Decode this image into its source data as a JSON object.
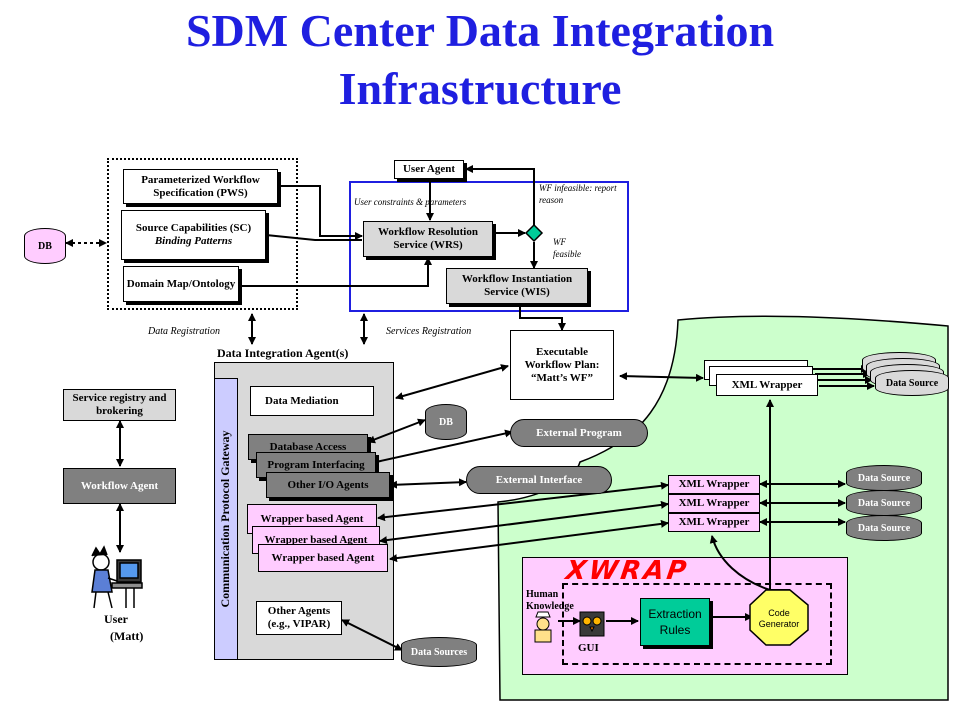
{
  "title_line1": "SDM Center Data Integration",
  "title_line2": "Infrastructure",
  "registration": {
    "pws": "Parameterized Workflow Specification (PWS)",
    "sc_line1": "Source Capabilities (SC)",
    "sc_line2": "Binding Patterns",
    "domain": "Domain Map/Ontology",
    "db": "DB",
    "data_registration": "Data Registration"
  },
  "workflow": {
    "user_agent": "User Agent",
    "user_constraints": "User constraints & parameters",
    "wf_infeasible": "WF infeasible: report reason",
    "wf_feasible": "WF feasible",
    "wrs": "Workflow Resolution Service (WRS)",
    "wis": "Workflow Instantiation Service (WIS)",
    "services_registration": "Services Registration"
  },
  "executable": "Executable Workflow Plan: “Matt’s WF”",
  "left": {
    "service_registry": "Service registry and brokering",
    "workflow_agent": "Workflow Agent",
    "user_name": "User",
    "user_paren": "(Matt)"
  },
  "dia": {
    "title": "Data Integration Agent(s)",
    "gateway": "Communication Protocol Gateway",
    "data_mediation": "Data Mediation",
    "database_access": "Database Access",
    "program_interfacing": "Program Interfacing",
    "other_io": "Other I/O Agents",
    "wrapper1": "Wrapper based Agent",
    "wrapper2": "Wrapper based Agent",
    "wrapper3": "Wrapper based Agent",
    "other_agents": "Other Agents (e.g., VIPAR)",
    "db": "DB",
    "external_program": "External Program",
    "external_interface": "External Interface",
    "data_sources": "Data Sources"
  },
  "right": {
    "xml_wrapper_top": "XML Wrapper",
    "data_source_top": "Data Source",
    "xml_wrappers": [
      "XML Wrapper",
      "XML Wrapper",
      "XML Wrapper"
    ],
    "data_sources": [
      "Data Source",
      "Data Source",
      "Data Source"
    ]
  },
  "xwrap": {
    "logo": "XWRAP",
    "human_knowledge": "Human Knowledge",
    "gui": "GUI",
    "extraction_rules": "Extraction Rules",
    "code_generator": "Code Generator"
  },
  "colors": {
    "title": "#1f1fe0",
    "green_region": "#ccffcc",
    "pink": "#ffccff",
    "blue_border": "#1f1fe0",
    "code_gen": "#ffff66",
    "extraction": "#00cc99",
    "diamond": "#00cc99",
    "xwrap_logo": "#ff0000"
  }
}
